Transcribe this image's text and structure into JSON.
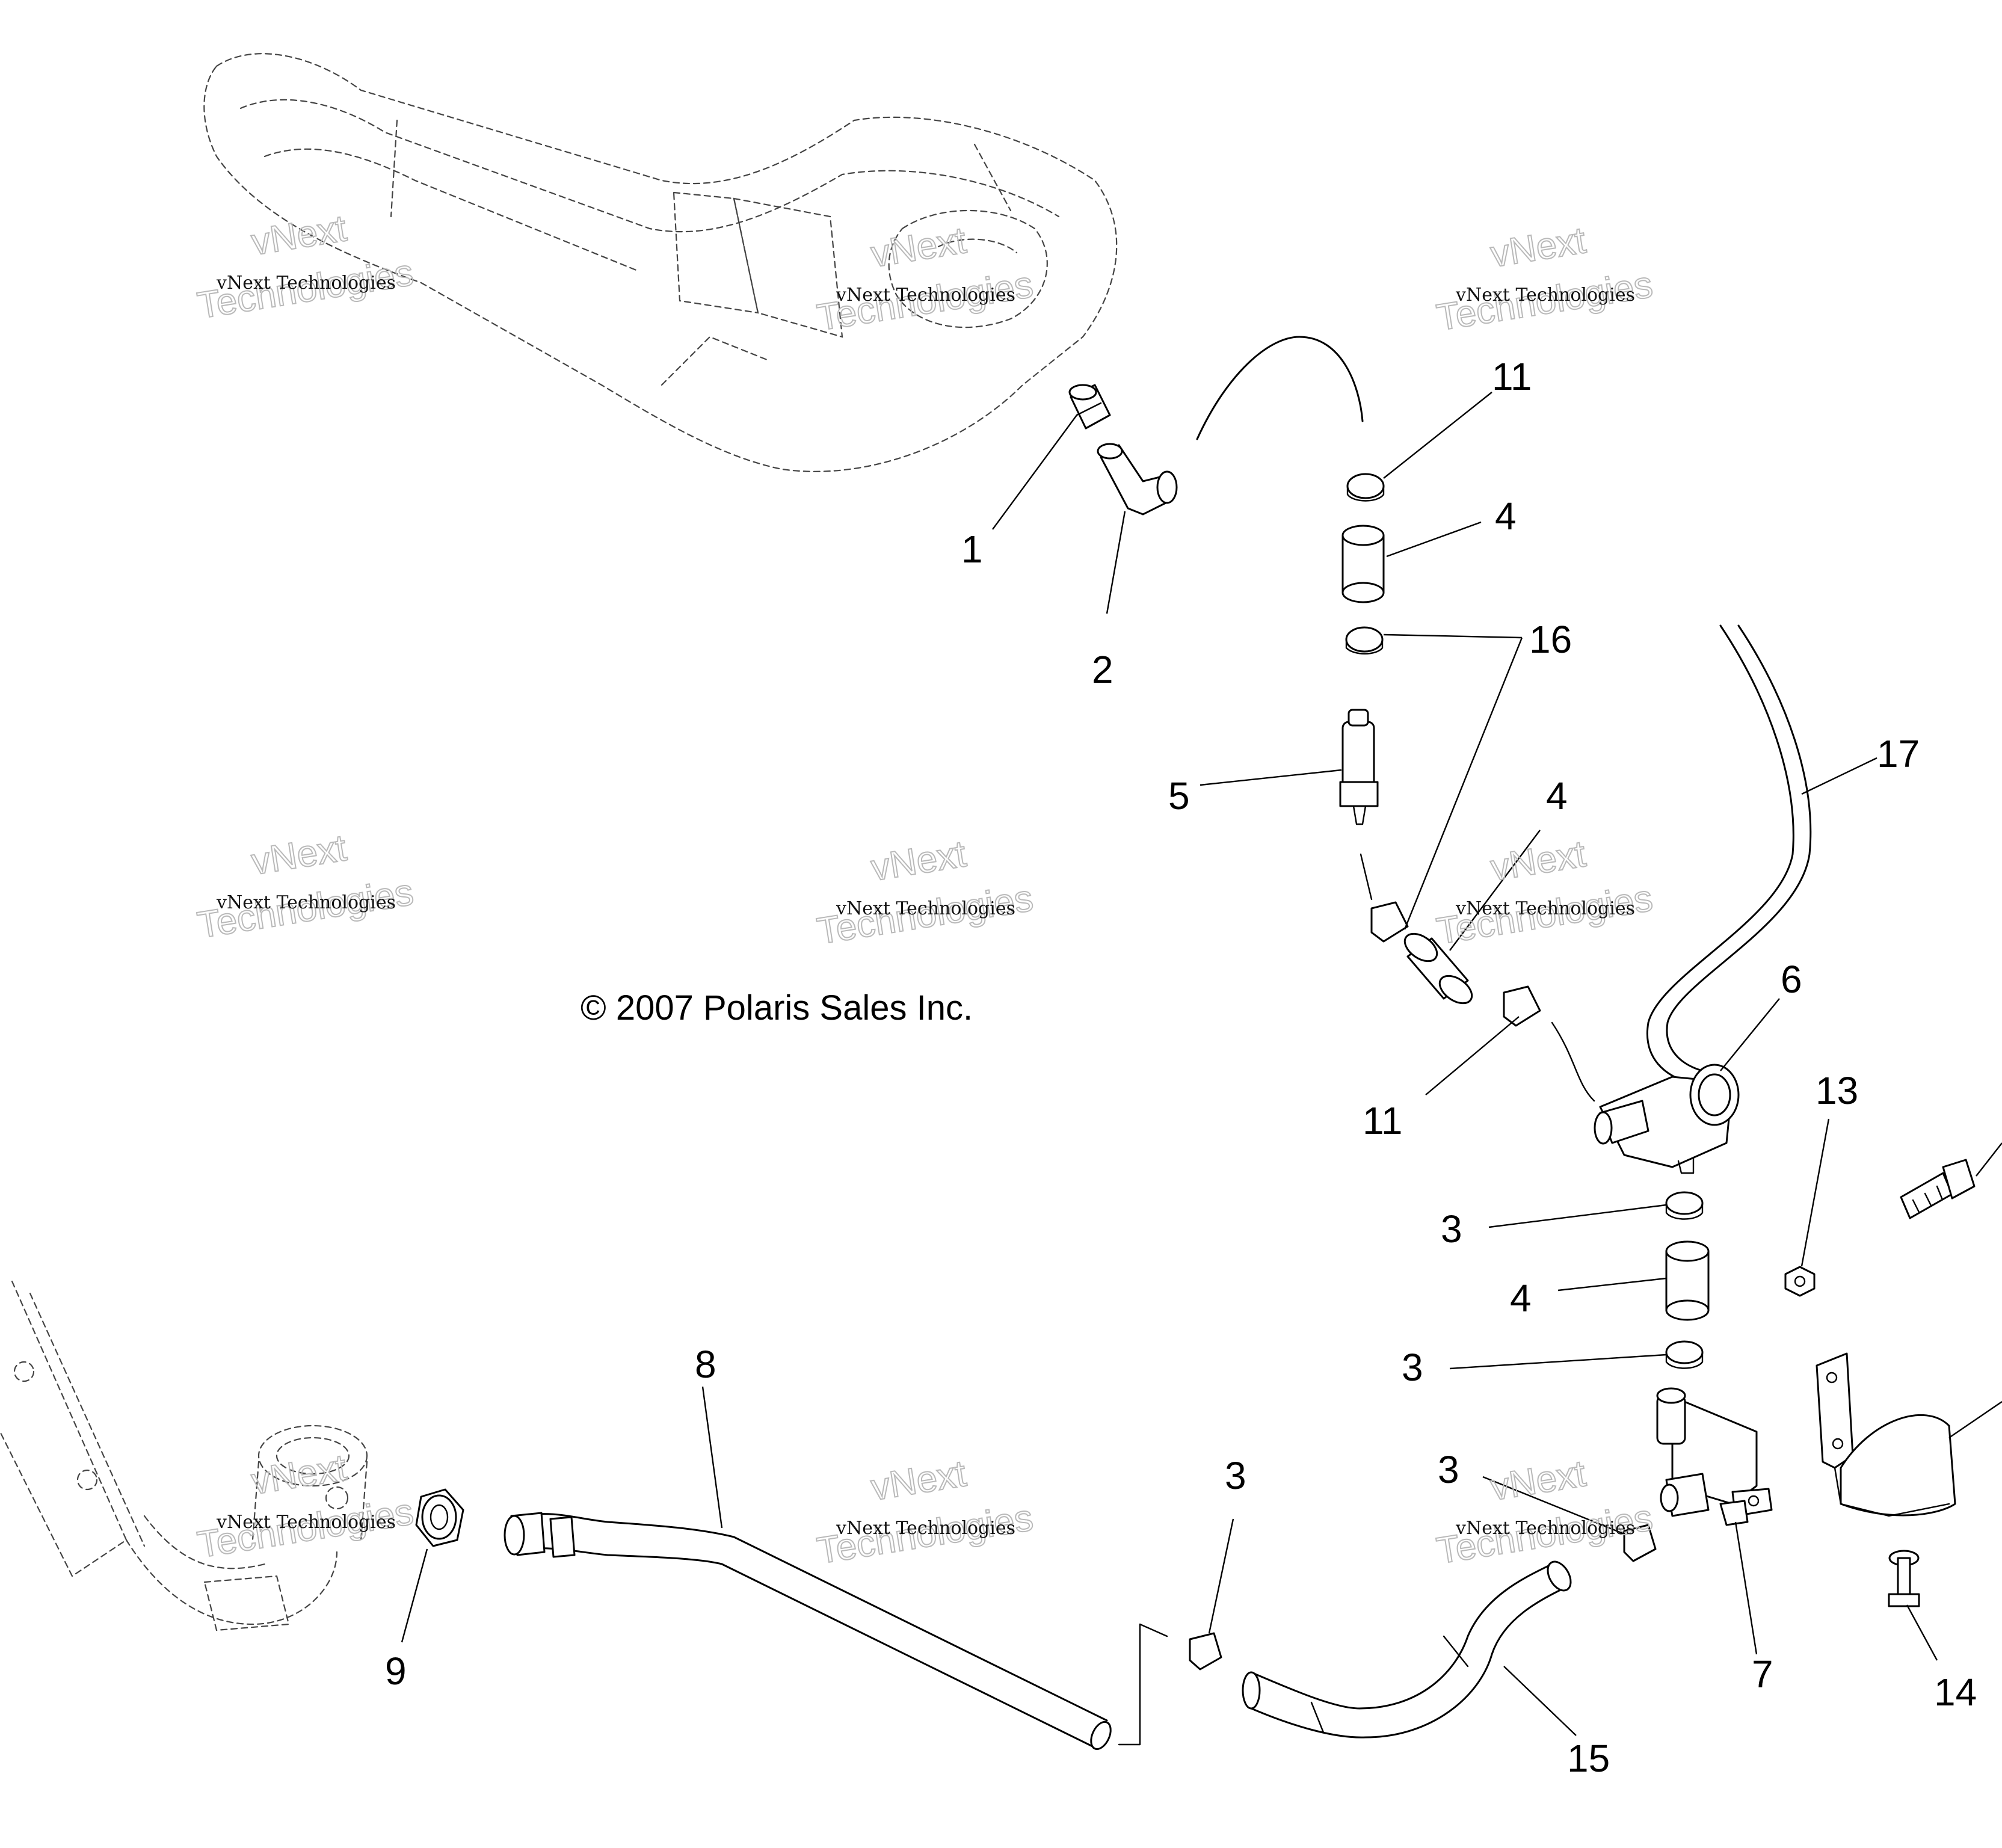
{
  "copyright": "© 2007 Polaris Sales Inc.",
  "watermark": {
    "small": "vNext Technologies",
    "large_top": "vNext",
    "large_bottom": "Technologies"
  },
  "callouts": [
    "1",
    "2",
    "11",
    "4",
    "16",
    "5",
    "4",
    "17",
    "6",
    "11",
    "13",
    "3",
    "4",
    "3",
    "8",
    "3",
    "3",
    "9",
    "7",
    "14",
    "15"
  ]
}
